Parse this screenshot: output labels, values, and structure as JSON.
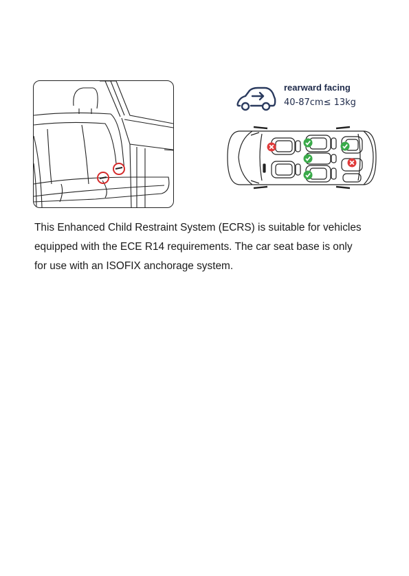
{
  "facing": {
    "title": "rearward facing",
    "range": "40-87cm≤ 13kg",
    "icon": "car-rearward-arrow-icon",
    "color": "#2a3a5e"
  },
  "diagram": {
    "status_colors": {
      "allowed": "#3aaa4a",
      "not_allowed": "#e03a3a"
    },
    "seats": [
      {
        "name": "driver-seat",
        "status": "not-allowed",
        "icon": "cross-icon"
      },
      {
        "name": "front-passenger-seat",
        "status": "none"
      },
      {
        "name": "second-row-left-seat",
        "status": "allowed",
        "icon": "check-icon"
      },
      {
        "name": "second-row-middle-seat",
        "status": "allowed",
        "icon": "check-icon"
      },
      {
        "name": "second-row-right-seat",
        "status": "allowed",
        "icon": "check-icon"
      },
      {
        "name": "third-row-left-seat",
        "status": "allowed",
        "icon": "check-icon"
      },
      {
        "name": "third-row-middle-seat",
        "status": "not-allowed",
        "icon": "cross-icon"
      }
    ]
  },
  "illustration": {
    "subject": "vehicle-rear-seat-isofix-anchors",
    "highlight_color": "#d42a2a"
  },
  "body": {
    "lines": [
      "This Enhanced Child Restraint System (ECRS) is suitable for vehicles",
      "equipped with the ECE R14 requirements. The car seat base is only",
      "for use with an ISOFIX anchorage system."
    ]
  }
}
